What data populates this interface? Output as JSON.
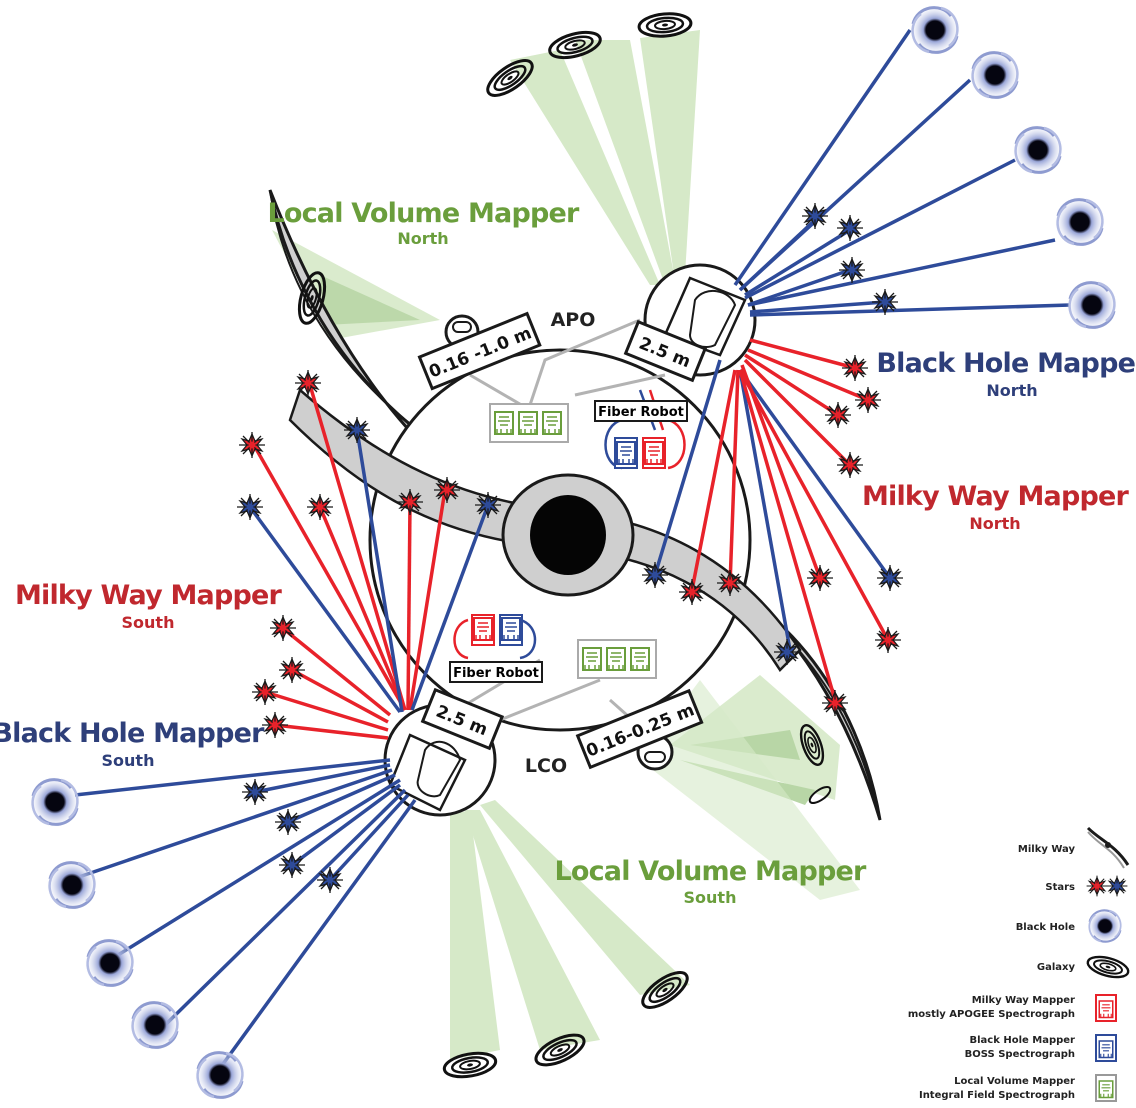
{
  "title": "",
  "observatories": {
    "north": "APO",
    "south": "LCO"
  },
  "telescopes": {
    "apo_large": "2.5 m",
    "apo_small": "0.16 -1.0 m",
    "lco_large": "2.5 m",
    "lco_small": "0.16-0.25 m"
  },
  "fiber_robot": {
    "north": "Fiber Robot",
    "south": "Fiber Robot"
  },
  "surveys": {
    "lvm_north": {
      "name": "Local Volume Mapper",
      "site": "North"
    },
    "bhm_north": {
      "name": "Black Hole Mapper",
      "site": "North"
    },
    "mwm_north": {
      "name": "Milky Way Mapper",
      "site": "North"
    },
    "mwm_south": {
      "name": "Milky Way Mapper",
      "site": "South"
    },
    "bhm_south": {
      "name": "Black Hole Mapper",
      "site": "South"
    },
    "lvm_south": {
      "name": "Local Volume Mapper",
      "site": "South"
    }
  },
  "legend": {
    "items": [
      {
        "key": "milky_way",
        "label": "Milky Way",
        "icon": "milky-way-icon"
      },
      {
        "key": "stars",
        "label": "Stars",
        "icon": "stars-icon"
      },
      {
        "key": "black_hole",
        "label": "Black Hole",
        "icon": "black-hole-icon"
      },
      {
        "key": "galaxy",
        "label": "Galaxy",
        "icon": "galaxy-icon"
      },
      {
        "key": "mwm",
        "label_line1": "Milky Way Mapper",
        "label_line2": "mostly APOGEE Spectrograph",
        "icon": "apogee-spectrograph-icon"
      },
      {
        "key": "bhm",
        "label_line1": "Black Hole Mapper",
        "label_line2": "BOSS Spectrograph",
        "icon": "boss-spectrograph-icon"
      },
      {
        "key": "lvm",
        "label_line1": "Local Volume Mapper",
        "label_line2": "Integral Field Spectrograph",
        "icon": "ifs-spectrograph-icon"
      }
    ]
  },
  "colors": {
    "mwm_red": "#e8222a",
    "bhm_blue": "#2e4b9a",
    "lvm_green": "#6a9e3c",
    "lvm_fill": "#d6e9c8",
    "milky_way_gray": "#c8c8c8",
    "dark": "#1a1a1a"
  }
}
